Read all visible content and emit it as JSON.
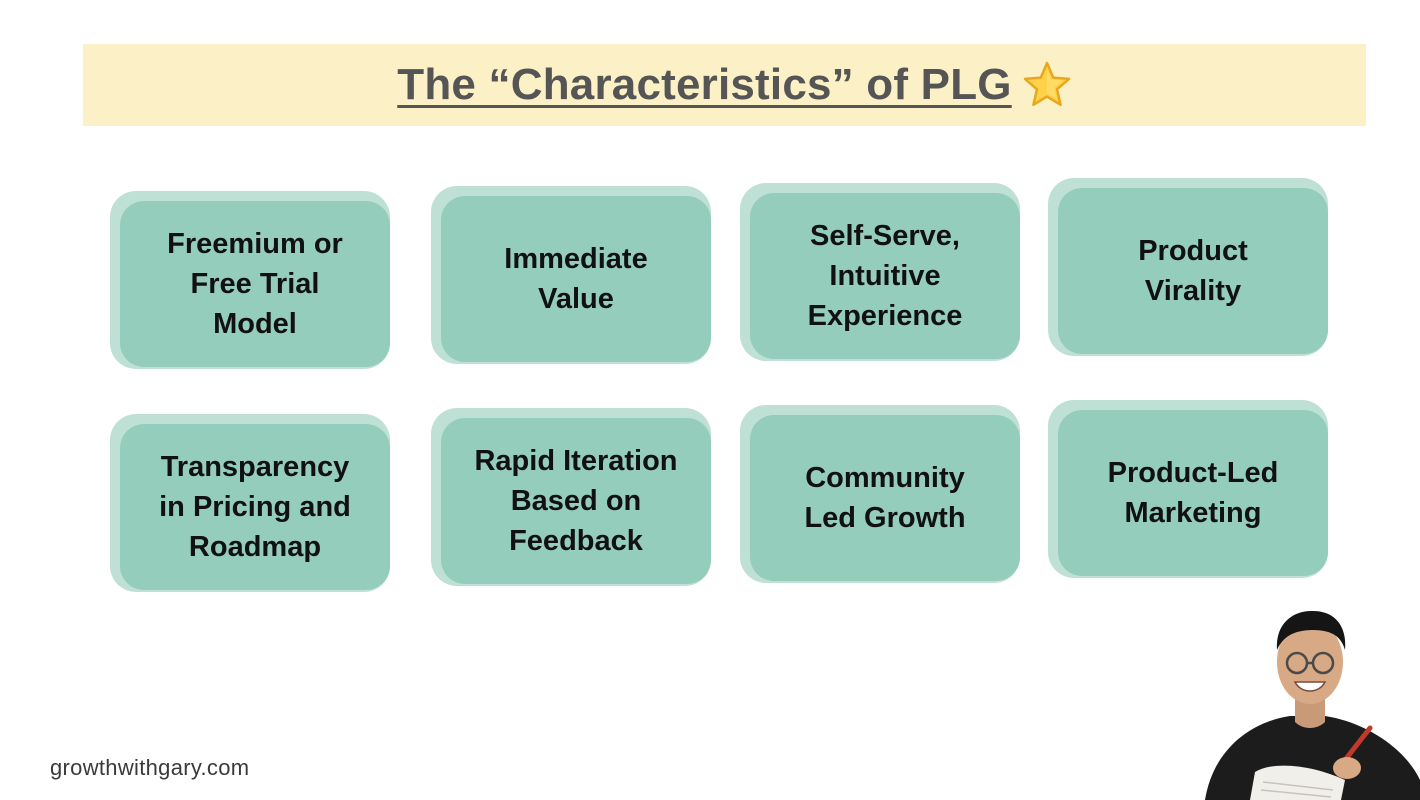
{
  "title": {
    "text": "The “Characteristics” of PLG",
    "icon": "star-icon"
  },
  "cards": [
    {
      "label": "Freemium or\nFree Trial\nModel"
    },
    {
      "label": "Immediate\nValue"
    },
    {
      "label": "Self-Serve,\nIntuitive\nExperience"
    },
    {
      "label": "Product\nVirality"
    },
    {
      "label": "Transparency\nin Pricing and\nRoadmap"
    },
    {
      "label": "Rapid Iteration\nBased on\nFeedback"
    },
    {
      "label": "Community\nLed Growth"
    },
    {
      "label": "Product-Led\nMarketing"
    }
  ],
  "footer": {
    "website": "growthwithgary.com"
  },
  "colors": {
    "banner": "#fcf1c6",
    "card_face": "#95cdbc",
    "card_shadow": "#bfe1d5",
    "title_text": "#555555"
  }
}
